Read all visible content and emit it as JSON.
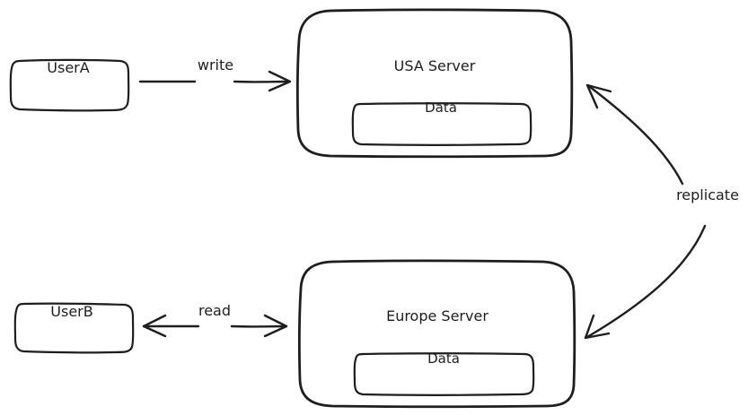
{
  "nodes": {
    "user_a": "UserA",
    "user_b": "UserB",
    "usa_server": "USA Server",
    "usa_data": "Data",
    "europe_server": "Europe Server",
    "europe_data": "Data"
  },
  "edges": {
    "write": "write",
    "read": "read",
    "replicate": "replicate"
  },
  "colors": {
    "stroke": "#1e1e1e",
    "background": "#ffffff"
  }
}
